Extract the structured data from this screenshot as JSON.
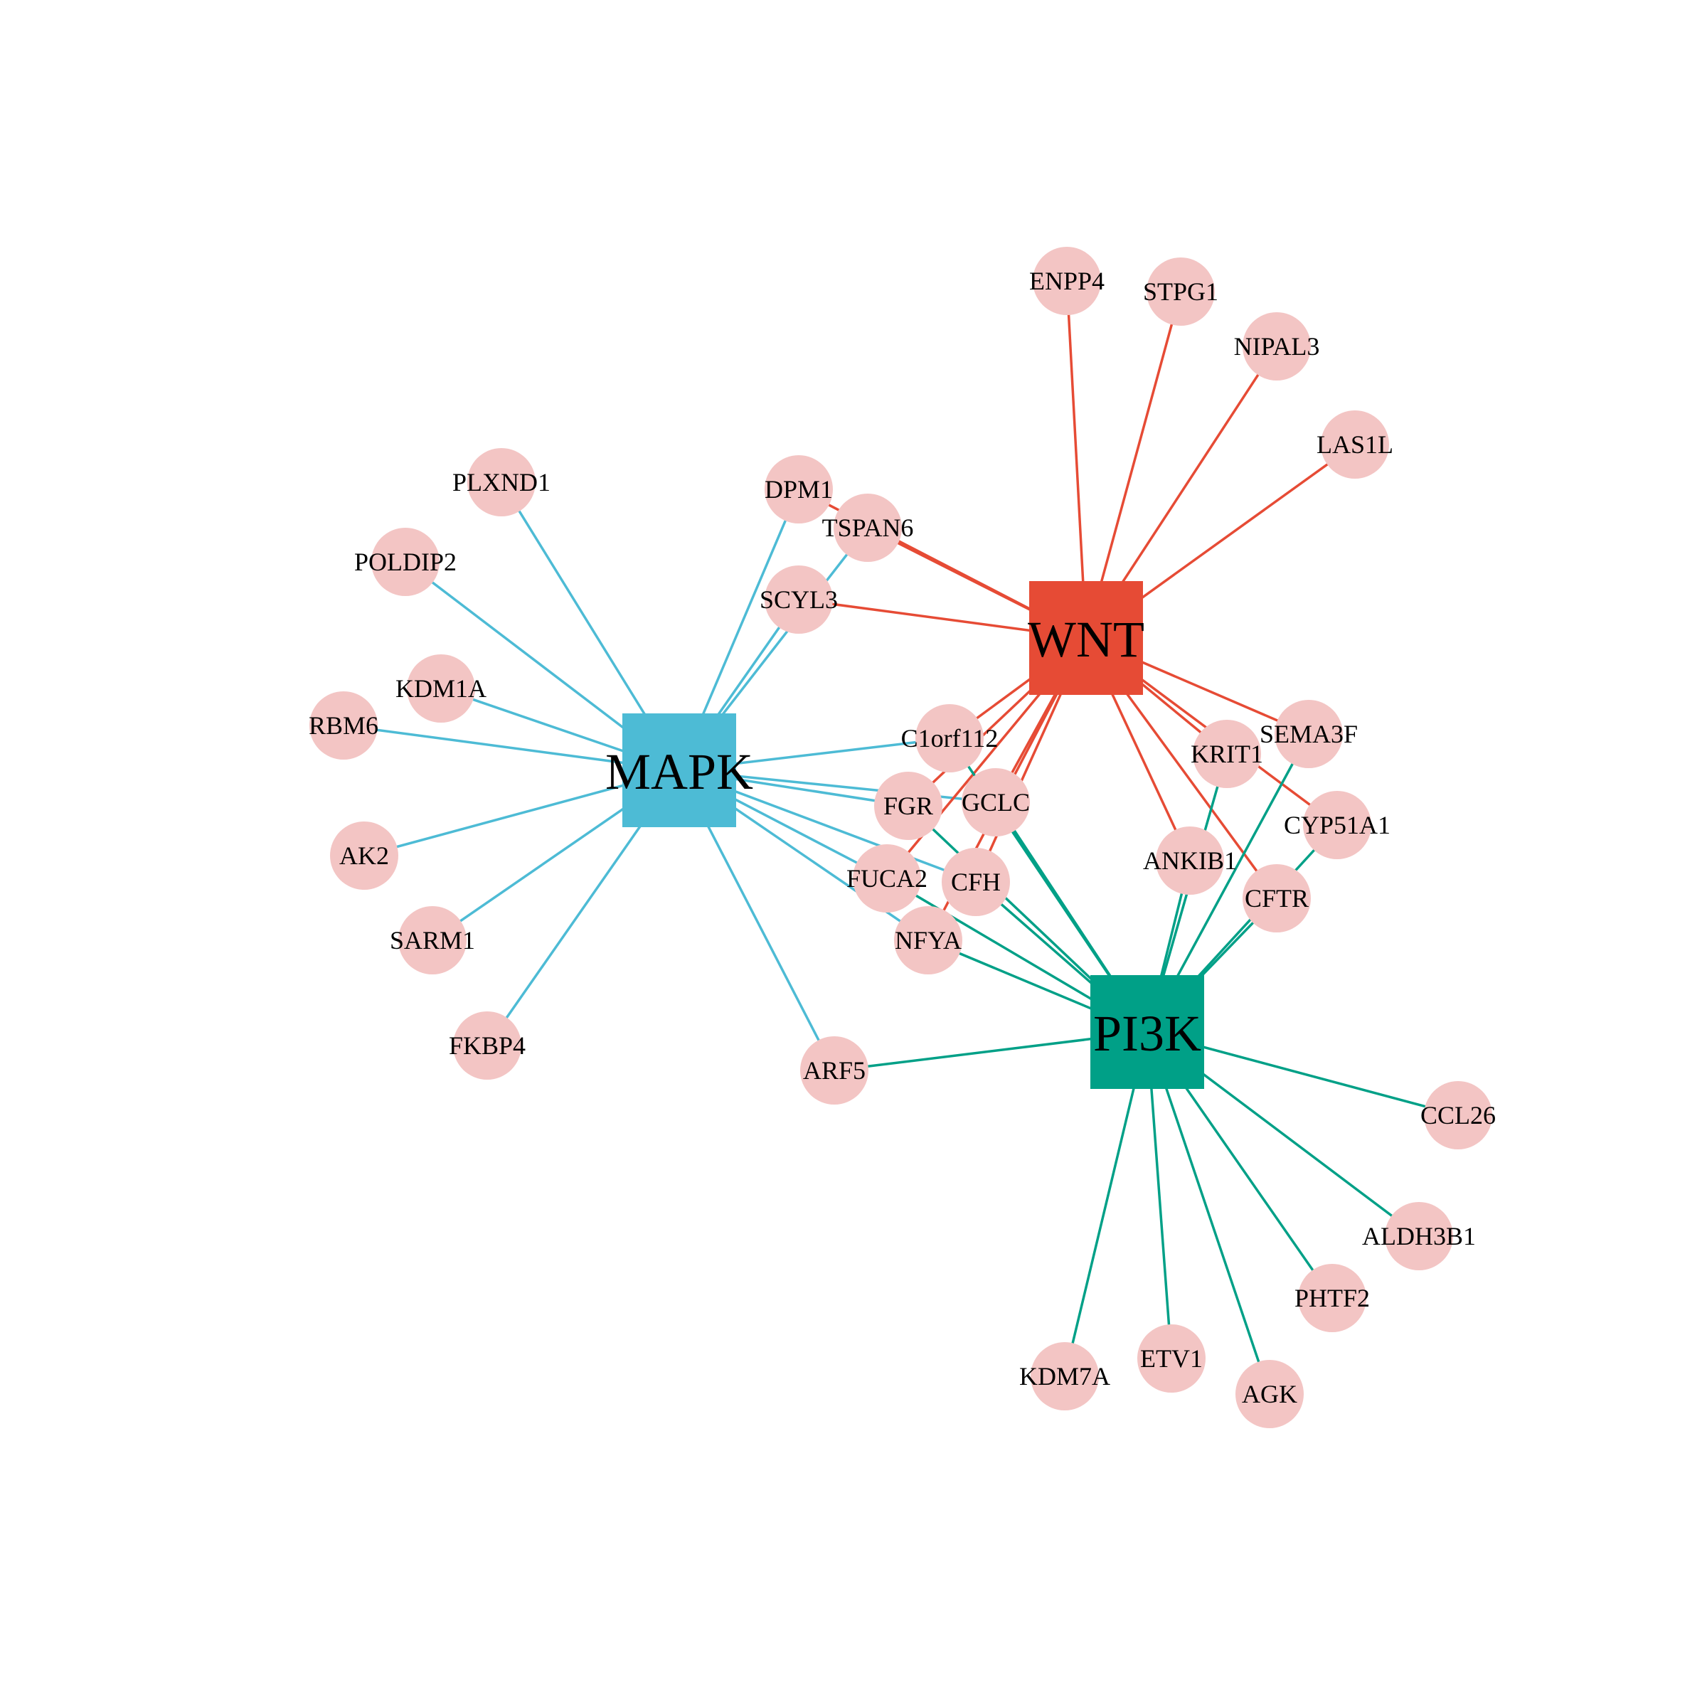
{
  "colors": {
    "MAPK": "#4DBBD5",
    "WNT": "#E64B35",
    "PI3K": "#00A087",
    "gene_node": "#F3C5C4",
    "background": "#ffffff"
  },
  "hubs": [
    {
      "id": "MAPK",
      "label": "MAPK"
    },
    {
      "id": "WNT",
      "label": "WNT"
    },
    {
      "id": "PI3K",
      "label": "PI3K"
    }
  ],
  "genes": [
    {
      "id": "ENPP4",
      "label": "ENPP4"
    },
    {
      "id": "STPG1",
      "label": "STPG1"
    },
    {
      "id": "NIPAL3",
      "label": "NIPAL3"
    },
    {
      "id": "LAS1L",
      "label": "LAS1L"
    },
    {
      "id": "PLXND1",
      "label": "PLXND1"
    },
    {
      "id": "DPM1",
      "label": "DPM1"
    },
    {
      "id": "TSPAN6",
      "label": "TSPAN6"
    },
    {
      "id": "POLDIP2",
      "label": "POLDIP2"
    },
    {
      "id": "SCYL3",
      "label": "SCYL3"
    },
    {
      "id": "KDM1A",
      "label": "KDM1A"
    },
    {
      "id": "RBM6",
      "label": "RBM6"
    },
    {
      "id": "C1orf112",
      "label": "C1orf112"
    },
    {
      "id": "SEMA3F",
      "label": "SEMA3F"
    },
    {
      "id": "KRIT1",
      "label": "KRIT1"
    },
    {
      "id": "FGR",
      "label": "FGR"
    },
    {
      "id": "GCLC",
      "label": "GCLC"
    },
    {
      "id": "CYP51A1",
      "label": "CYP51A1"
    },
    {
      "id": "AK2",
      "label": "AK2"
    },
    {
      "id": "ANKIB1",
      "label": "ANKIB1"
    },
    {
      "id": "FUCA2",
      "label": "FUCA2"
    },
    {
      "id": "CFH",
      "label": "CFH"
    },
    {
      "id": "CFTR",
      "label": "CFTR"
    },
    {
      "id": "SARM1",
      "label": "SARM1"
    },
    {
      "id": "NFYA",
      "label": "NFYA"
    },
    {
      "id": "FKBP4",
      "label": "FKBP4"
    },
    {
      "id": "ARF5",
      "label": "ARF5"
    },
    {
      "id": "CCL26",
      "label": "CCL26"
    },
    {
      "id": "ALDH3B1",
      "label": "ALDH3B1"
    },
    {
      "id": "PHTF2",
      "label": "PHTF2"
    },
    {
      "id": "ETV1",
      "label": "ETV1"
    },
    {
      "id": "KDM7A",
      "label": "KDM7A"
    },
    {
      "id": "AGK",
      "label": "AGK"
    }
  ],
  "edges": [
    [
      "MAPK",
      "PLXND1"
    ],
    [
      "MAPK",
      "POLDIP2"
    ],
    [
      "MAPK",
      "KDM1A"
    ],
    [
      "MAPK",
      "RBM6"
    ],
    [
      "MAPK",
      "AK2"
    ],
    [
      "MAPK",
      "SARM1"
    ],
    [
      "MAPK",
      "FKBP4"
    ],
    [
      "MAPK",
      "ARF5"
    ],
    [
      "MAPK",
      "DPM1"
    ],
    [
      "MAPK",
      "TSPAN6"
    ],
    [
      "MAPK",
      "SCYL3"
    ],
    [
      "MAPK",
      "C1orf112"
    ],
    [
      "MAPK",
      "FGR"
    ],
    [
      "MAPK",
      "GCLC"
    ],
    [
      "MAPK",
      "FUCA2"
    ],
    [
      "MAPK",
      "CFH"
    ],
    [
      "MAPK",
      "NFYA"
    ],
    [
      "WNT",
      "ENPP4"
    ],
    [
      "WNT",
      "STPG1"
    ],
    [
      "WNT",
      "NIPAL3"
    ],
    [
      "WNT",
      "LAS1L"
    ],
    [
      "WNT",
      "DPM1"
    ],
    [
      "WNT",
      "TSPAN6"
    ],
    [
      "WNT",
      "SCYL3"
    ],
    [
      "WNT",
      "C1orf112"
    ],
    [
      "WNT",
      "SEMA3F"
    ],
    [
      "WNT",
      "KRIT1"
    ],
    [
      "WNT",
      "CYP51A1"
    ],
    [
      "WNT",
      "ANKIB1"
    ],
    [
      "WNT",
      "CFTR"
    ],
    [
      "WNT",
      "FGR"
    ],
    [
      "WNT",
      "GCLC"
    ],
    [
      "WNT",
      "FUCA2"
    ],
    [
      "WNT",
      "CFH"
    ],
    [
      "WNT",
      "NFYA"
    ],
    [
      "PI3K",
      "C1orf112"
    ],
    [
      "PI3K",
      "FGR"
    ],
    [
      "PI3K",
      "GCLC"
    ],
    [
      "PI3K",
      "FUCA2"
    ],
    [
      "PI3K",
      "CFH"
    ],
    [
      "PI3K",
      "NFYA"
    ],
    [
      "PI3K",
      "SEMA3F"
    ],
    [
      "PI3K",
      "KRIT1"
    ],
    [
      "PI3K",
      "ANKIB1"
    ],
    [
      "PI3K",
      "CYP51A1"
    ],
    [
      "PI3K",
      "CFTR"
    ],
    [
      "PI3K",
      "ARF5"
    ],
    [
      "PI3K",
      "CCL26"
    ],
    [
      "PI3K",
      "ALDH3B1"
    ],
    [
      "PI3K",
      "PHTF2"
    ],
    [
      "PI3K",
      "ETV1"
    ],
    [
      "PI3K",
      "KDM7A"
    ],
    [
      "PI3K",
      "AGK"
    ]
  ]
}
